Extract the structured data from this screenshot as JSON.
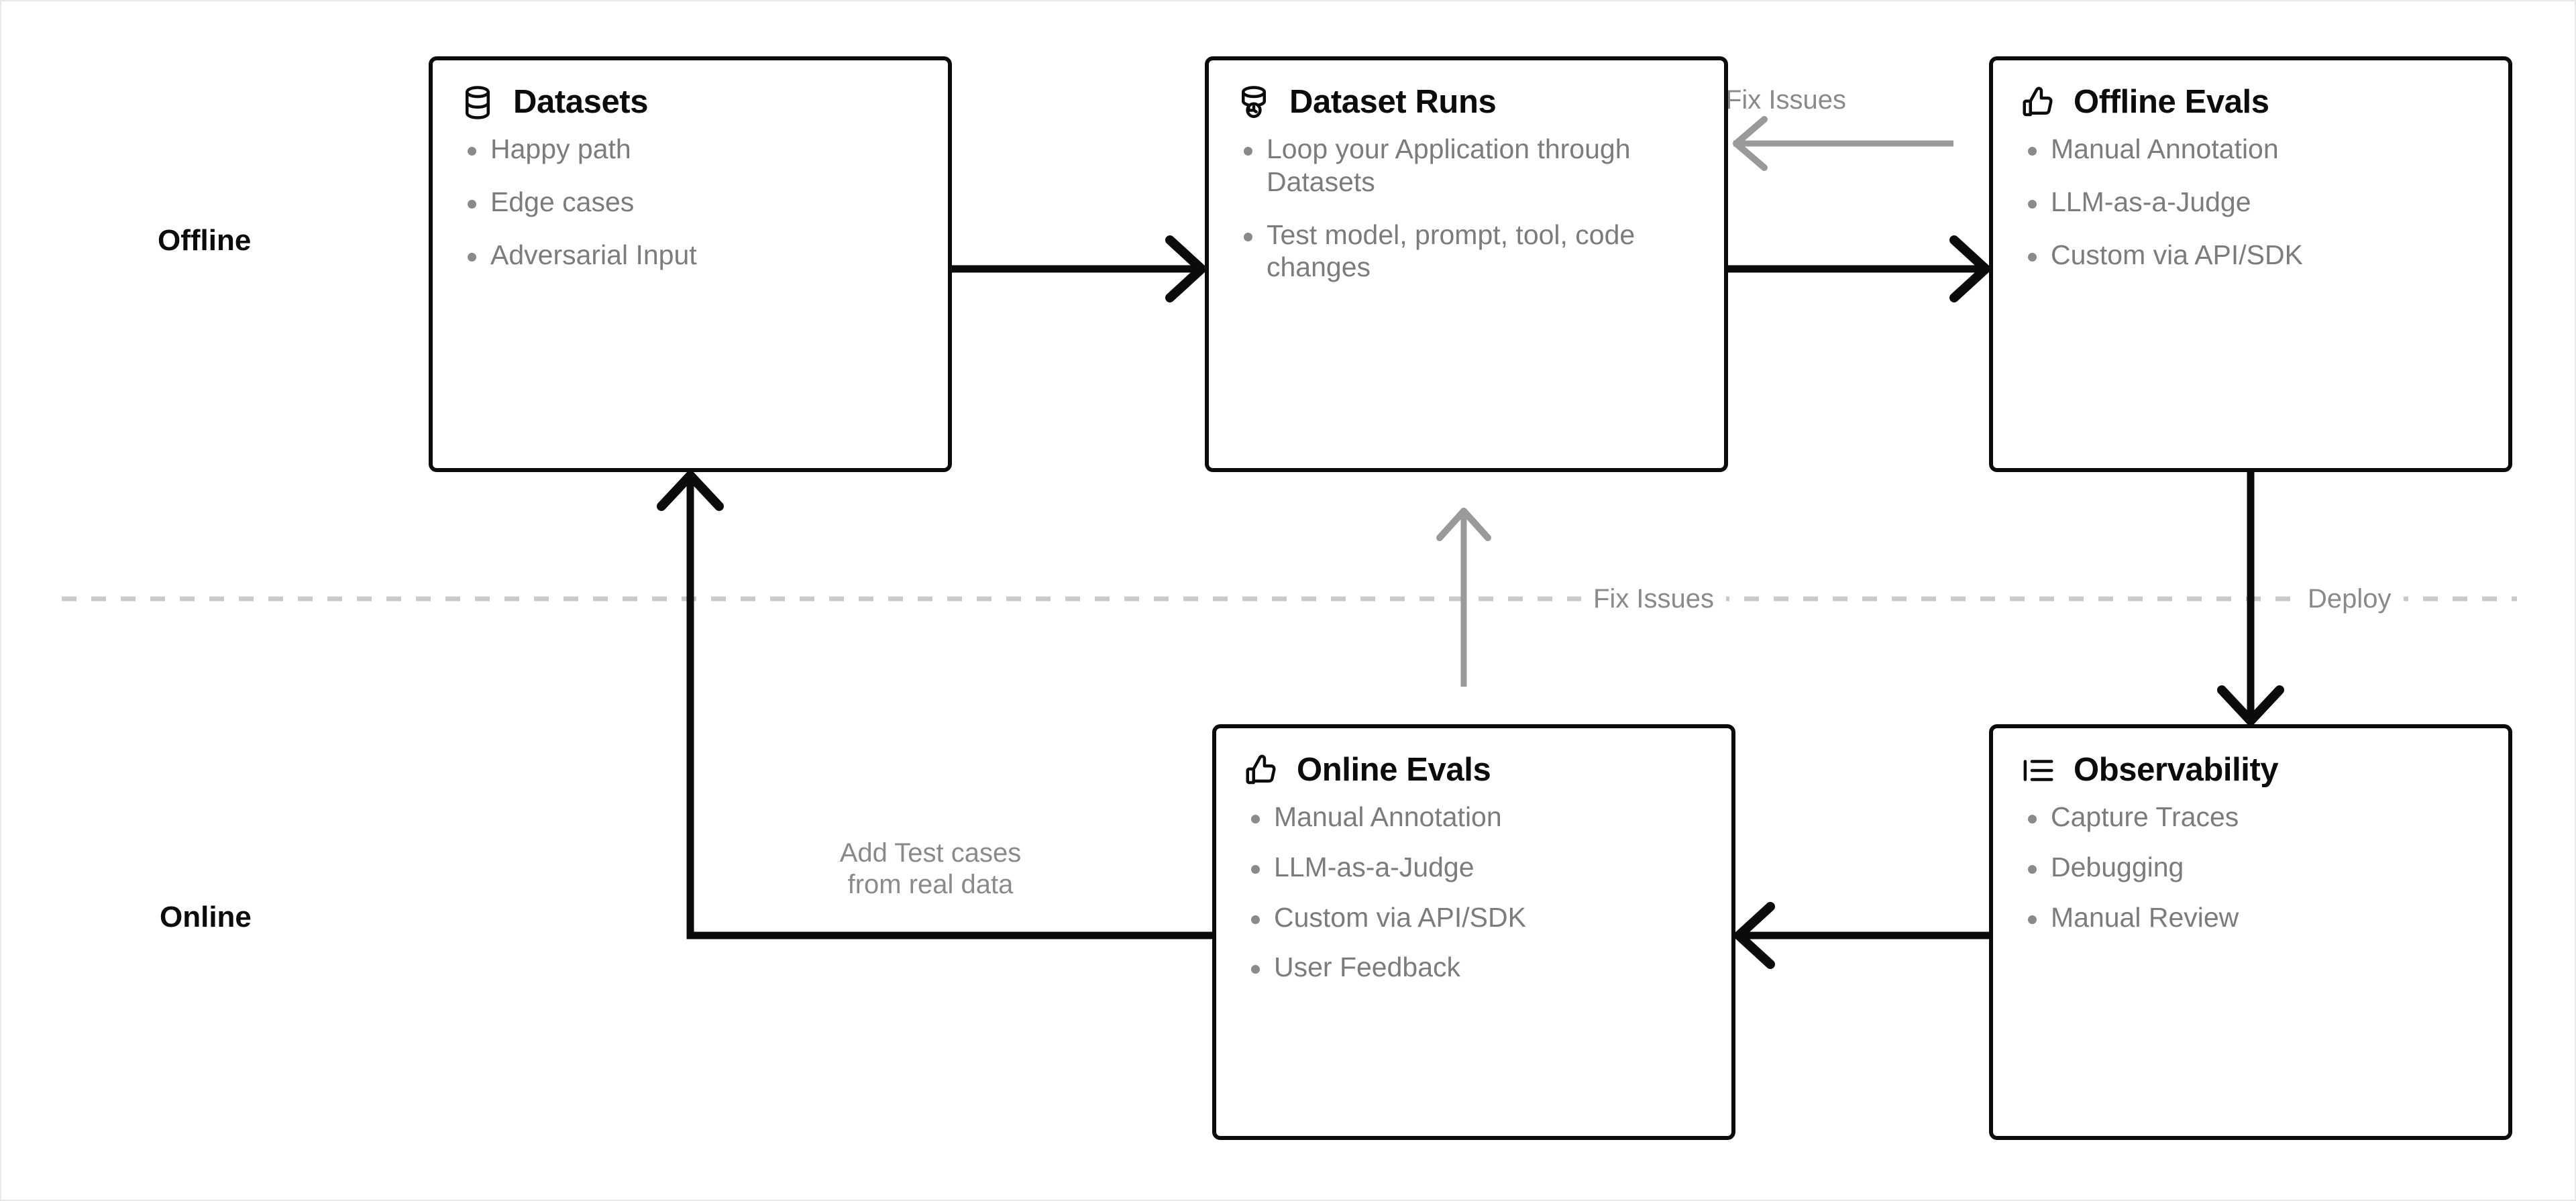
{
  "diagram": {
    "lanes": [
      {
        "id": "offline",
        "label": "Offline"
      },
      {
        "id": "online",
        "label": "Online"
      }
    ],
    "divider": {
      "style": "dashed",
      "color": "#c9c9c9",
      "labels": [
        {
          "id": "fix-issues-divider",
          "text": "Fix Issues"
        },
        {
          "id": "deploy",
          "text": "Deploy"
        }
      ]
    },
    "nodes": [
      {
        "id": "datasets",
        "title": "Datasets",
        "icon": "database-icon",
        "lane": "offline",
        "items": [
          "Happy path",
          "Edge cases",
          "Adversarial Input"
        ]
      },
      {
        "id": "dataset-runs",
        "title": "Dataset Runs",
        "icon": "database-refresh-icon",
        "lane": "offline",
        "items": [
          "Loop your Application through Datasets",
          "Test model, prompt, tool, code changes"
        ]
      },
      {
        "id": "offline-evals",
        "title": "Offline Evals",
        "icon": "thumbs-up-icon",
        "lane": "offline",
        "items": [
          "Manual Annotation",
          "LLM-as-a-Judge",
          "Custom via API/SDK"
        ]
      },
      {
        "id": "online-evals",
        "title": "Online Evals",
        "icon": "thumbs-up-icon",
        "lane": "online",
        "items": [
          "Manual Annotation",
          "LLM-as-a-Judge",
          "Custom via API/SDK",
          "User Feedback"
        ]
      },
      {
        "id": "observability",
        "title": "Observability",
        "icon": "list-icon",
        "lane": "online",
        "items": [
          "Capture Traces",
          "Debugging",
          "Manual Review"
        ]
      }
    ],
    "edges": [
      {
        "id": "datasets-to-dataset-runs",
        "from": "datasets",
        "to": "dataset-runs",
        "label": "",
        "color": "#0b0b0b"
      },
      {
        "id": "dataset-runs-to-offline-evals",
        "from": "dataset-runs",
        "to": "offline-evals",
        "label": "",
        "color": "#0b0b0b"
      },
      {
        "id": "offline-evals-to-dataset-runs",
        "from": "offline-evals",
        "to": "dataset-runs",
        "label": "Fix Issues",
        "color": "#9a9a9a"
      },
      {
        "id": "offline-evals-to-observability",
        "from": "offline-evals",
        "to": "observability",
        "label": "Deploy",
        "color": "#0b0b0b"
      },
      {
        "id": "observability-to-online-evals",
        "from": "observability",
        "to": "online-evals",
        "label": "",
        "color": "#0b0b0b"
      },
      {
        "id": "online-evals-to-datasets",
        "from": "online-evals",
        "to": "datasets",
        "label": "Add Test cases\nfrom real data",
        "color": "#0b0b0b"
      },
      {
        "id": "online-evals-to-dataset-runs",
        "from": "online-evals",
        "to": "dataset-runs",
        "label": "Fix Issues",
        "color": "#9a9a9a"
      }
    ],
    "labels": {
      "fix_issues_top": "Fix Issues",
      "fix_issues_divider": "Fix Issues",
      "deploy": "Deploy",
      "add_test_cases": "Add Test cases\nfrom real data"
    },
    "colors": {
      "border": "#0b0b0b",
      "text": "#0b0b0b",
      "muted": "#7c7c7c",
      "arrow_muted": "#9a9a9a",
      "divider": "#c9c9c9",
      "background": "#ffffff"
    }
  }
}
